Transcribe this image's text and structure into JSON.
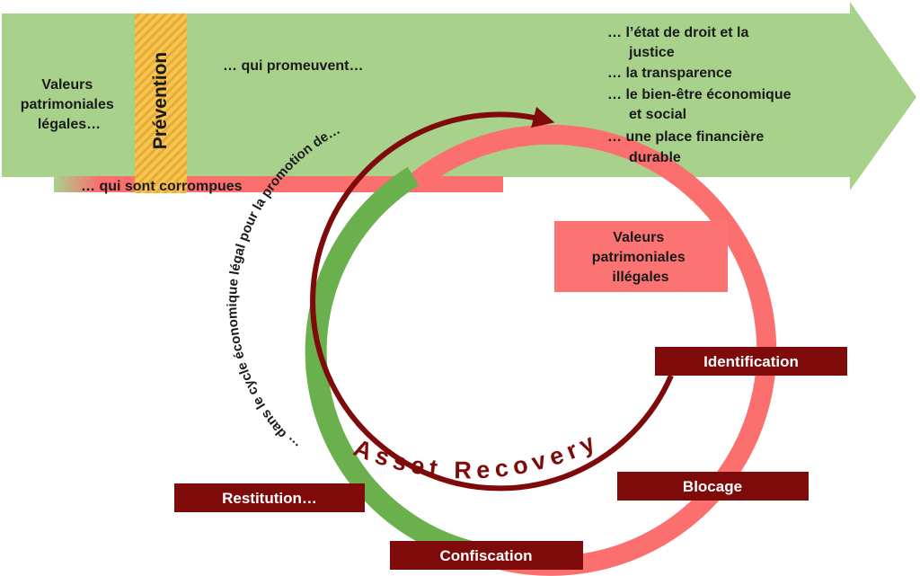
{
  "arrow": {
    "source_label": [
      "Valeurs",
      "patrimoniales",
      "légales…"
    ],
    "prevention_label": "Prévention",
    "promote_label": "… qui promeuvent…",
    "goals": [
      [
        "… l’état de droit et la",
        "justice"
      ],
      [
        "… la transparence"
      ],
      [
        "… le bien-être  économique",
        "et social"
      ],
      [
        "… une place financière",
        "durable"
      ]
    ],
    "corrupt_label": "… qui sont corrompues"
  },
  "cycle": {
    "legal_cycle_text": "… dans le cycle économique légal pour la promotion de…",
    "illegal_box": [
      "Valeurs",
      "patrimoniales",
      "illégales"
    ],
    "asset_recovery_text": "Asset Recovery",
    "steps": {
      "identification": "Identification",
      "blocage": "Blocage",
      "confiscation": "Confiscation",
      "restitution": "Restitution…"
    }
  },
  "colors": {
    "green_arrow": "#a8d28c",
    "green_band": "#6ab04c",
    "red_band": "#fb6f6f",
    "illegal_box": "#fb7373",
    "prevention": "#f2c046",
    "dark_red": "#7e0a0a",
    "text": "#1a1a1a"
  }
}
